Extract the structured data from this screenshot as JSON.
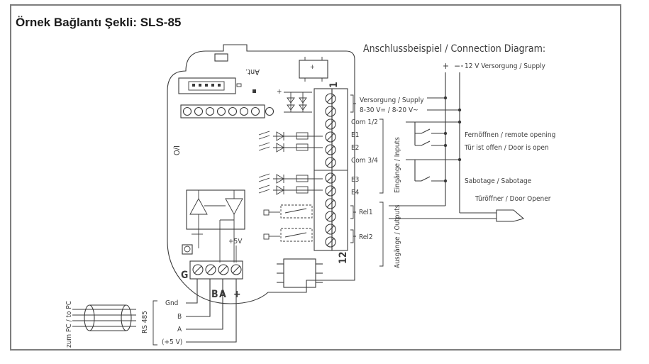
{
  "header": {
    "title": "Örnek Bağlantı Şekli: SLS-85"
  },
  "diagram": {
    "heading": "Anschlussbeispiel / Connection Diagram:",
    "board": {
      "ant_label": "Ant.",
      "io_label": "I/O",
      "plus5v_label": "+5V",
      "terminal_first": "1",
      "terminal_last": "12",
      "rs485_terminals": [
        "G",
        "B",
        "A",
        "+"
      ]
    },
    "supply_polarity": {
      "plus": "+",
      "minus": "−"
    },
    "supply_12v": "12 V Versorgung / Supply",
    "supply_group": {
      "line1": "Versorgung / Supply",
      "line2": "8-30 V= / 8-20 V~"
    },
    "inputs": {
      "group_label": "Eingänge / Inputs",
      "terminals": [
        "Com 1/2",
        "E1",
        "E2",
        "Com 3/4",
        "E3",
        "E4"
      ]
    },
    "outputs": {
      "group_label": "Ausgänge / Outputs",
      "relays": [
        "Rel1",
        "Rel2"
      ]
    },
    "functions": {
      "remote_opening": "Fernöffnen   / remote opening",
      "door_open": "Tür ist offen  / Door is open",
      "sabotage": "Sabotage      / Sabotage",
      "door_opener": "Türöffner / Door Opener"
    },
    "rs485": {
      "label": "RS 485",
      "cable_label": "zum PC / to PC",
      "wires": [
        "Gnd",
        "B",
        "A",
        "(+5 V)"
      ]
    }
  }
}
